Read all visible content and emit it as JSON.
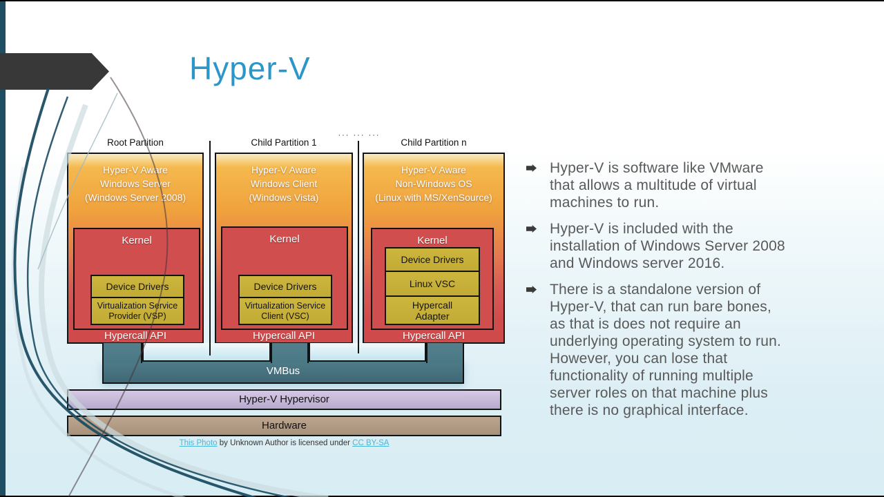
{
  "slide": {
    "title": "Hyper-V",
    "bullets": [
      [
        "Hyper-V is software like VMware",
        "that allows a multitude of virtual",
        "machines to run."
      ],
      [
        "Hyper-V is included with the",
        "installation of Windows Server 2008",
        "and Windows server 2016."
      ],
      [
        "There is a standalone version of",
        "Hyper-V, that can run bare bones,",
        "as that is does not require an",
        "underlying operating system to run.",
        "However, you can lose that",
        "functionality of running multiple",
        "server roles on that machine plus",
        "there is no graphical interface."
      ]
    ],
    "caption": {
      "link1": "This Photo",
      "middle": " by Unknown Author is licensed under ",
      "link2": "CC BY-SA"
    }
  },
  "diagram": {
    "dots": "··· ··· ···",
    "partitions": [
      {
        "label": "Root Partition",
        "os": [
          "Hyper-V Aware",
          "Windows Server",
          "(Windows Server 2008)"
        ],
        "kernel": "Kernel",
        "cells": [
          "Device Drivers",
          "Virtualization Service Provider (VSP)"
        ],
        "hypercall": "Hypercall API"
      },
      {
        "label": "Child Partition 1",
        "os": [
          "Hyper-V Aware",
          "Windows Client",
          "(Windows Vista)"
        ],
        "kernel": "Kernel",
        "cells": [
          "Device Drivers",
          "Virtualization Service Client (VSC)"
        ],
        "hypercall": "Hypercall API"
      },
      {
        "label": "Child Partition n",
        "os": [
          "Hyper-V Aware",
          "Non-Windows OS",
          "(Linux with MS/XenSource)"
        ],
        "kernel": "Kernel",
        "cells": [
          "Device Drivers",
          "Linux VSC",
          "Hypercall Adapter"
        ],
        "hypercall": "Hypercall API"
      }
    ],
    "vmbus": {
      "label": "VMBus"
    },
    "hypervisor": {
      "label": "Hyper-V Hypervisor"
    },
    "hardware": {
      "label": "Hardware"
    }
  },
  "colors": {
    "title_accent": "#2d96c8",
    "link_blue": "#45b8dc",
    "partition_orange": "#f0a23d",
    "partition_red": "#d04c4c",
    "cell_yellow": "#c8b13a",
    "vmbus_teal": "#4a7683",
    "hypervisor_lavender": "#c6b9d8",
    "hardware_tan": "#ae9884",
    "sidebar_teal": "#1f4e63",
    "arrow_charcoal": "#383838",
    "bullet_text_gray": "#595959"
  }
}
